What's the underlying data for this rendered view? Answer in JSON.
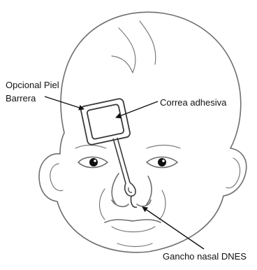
{
  "labels": {
    "barrier_line1": "Opcional Piel",
    "barrier_line2": "Barrera",
    "strap": "Correa adhesiva",
    "hook": "Gancho nasal DNES"
  }
}
